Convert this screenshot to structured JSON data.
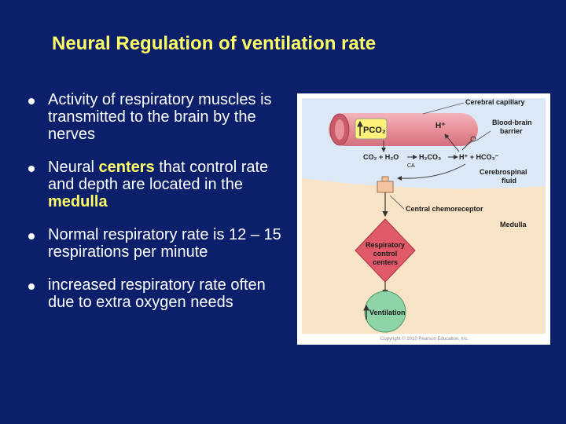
{
  "slide": {
    "title": "Neural Regulation of ventilation rate",
    "title_color": "#ffff66",
    "background": "#0b1f6b"
  },
  "bullets": [
    {
      "segments": [
        "Activity of respiratory muscles is transmitted to the brain by the nerves"
      ]
    },
    {
      "segments": [
        "Neural ",
        "centers",
        " that control rate and depth are located in the ",
        "medulla"
      ]
    },
    {
      "segments": [
        "Normal respiratory rate is 12 – 15 respirations per minute"
      ]
    },
    {
      "segments": [
        "increased respiratory rate often due to extra oxygen needs"
      ]
    }
  ],
  "diagram": {
    "cerebral_capillary": "Cerebral capillary",
    "blood_brain_barrier_1": "Blood-brain",
    "blood_brain_barrier_2": "barrier",
    "csf_1": "Cerebrospinal",
    "csf_2": "fluid",
    "central_chemoreceptor": "Central chemoreceptor",
    "medulla": "Medulla",
    "pco2": "PCO₂",
    "h_plus": "H⁺",
    "reaction_left": "CO₂ + H₂O",
    "reaction_mid": "H₂CO₃",
    "reaction_right": "H⁺ + HCO₃⁻",
    "ca": "CA",
    "control_1": "Respiratory",
    "control_2": "control",
    "control_3": "centers",
    "ventilation": "Ventilation",
    "copyright": "Copyright © 2010 Pearson Education, Inc.",
    "colors": {
      "capillary": "#e8909a",
      "csf": "#dbe9f6",
      "medulla": "#f9e3c6",
      "control_diamond": "#e05a6a",
      "ventilation_circle": "#8fd3a8",
      "pco2_box": "#fff27a",
      "label": "#1a1a1a"
    }
  }
}
